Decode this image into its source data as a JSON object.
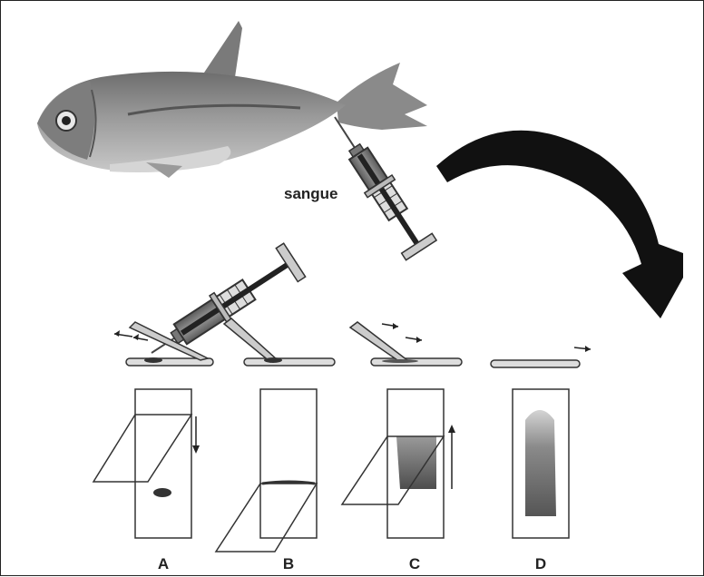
{
  "annotation": {
    "blood_label": "sangue"
  },
  "panels": [
    {
      "letter": "A"
    },
    {
      "letter": "B"
    },
    {
      "letter": "C"
    },
    {
      "letter": "D"
    }
  ],
  "colors": {
    "ink": "#222222",
    "fish_body": "#8a8a8a",
    "fish_dark": "#4a4a4a",
    "smear_dark": "#555555",
    "smear_light": "#cfcfcf"
  }
}
